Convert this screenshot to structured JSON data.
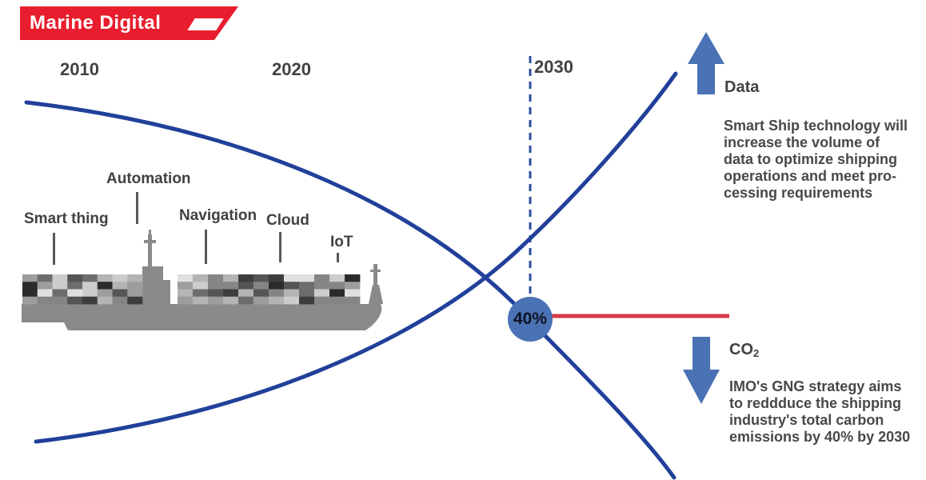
{
  "logo": {
    "text": "Marine Digital",
    "flag_icon": "flag-shape",
    "bg_color": "#e81e2e"
  },
  "timeline": {
    "year_2010": "2010",
    "year_2020": "2020",
    "year_2030": "2030"
  },
  "ship_labels": [
    {
      "id": "smart-thing",
      "label": "Smart thing"
    },
    {
      "id": "automation",
      "label": "Automation"
    },
    {
      "id": "navigation",
      "label": "Navigation"
    },
    {
      "id": "cloud",
      "label": "Cloud"
    },
    {
      "id": "iot",
      "label": "IoT"
    }
  ],
  "marker": {
    "value": "40%"
  },
  "data_section": {
    "title": "Data",
    "body": "Smart Ship technology will\nincrease the volume of\ndata to optimize shipping\noperations and meet pro-\ncessing requirements"
  },
  "co2_section": {
    "title_base": "CO",
    "title_sub": "2",
    "body": "IMO's GNG strategy aims\nto reddduce the shipping\nindustry's total carbon\nemissions by 40% by 2030"
  },
  "diagram": {
    "type": "concept-trend-curves",
    "curves": [
      {
        "name": "Data",
        "direction": "rising-left-to-right"
      },
      {
        "name": "CO2",
        "direction": "falling-left-to-right",
        "marker_at_2030": "40%"
      }
    ]
  },
  "colors": {
    "curve_navy": "#21409a",
    "dashed_blue": "#2a4da1",
    "accent_blue": "#4a72b5",
    "target_red": "#d93a46",
    "logo_red": "#e81e2e",
    "text_dark": "#414146",
    "ship_gray": "#8a8a8a"
  },
  "ship": {
    "icon": "cargo-ship",
    "container_shades": [
      "#2b2b2b",
      "#3d3d3d",
      "#555555",
      "#6d6d6d",
      "#858585",
      "#9d9d9d",
      "#b4b4b4",
      "#cccccc",
      "#e0e0e0"
    ]
  }
}
